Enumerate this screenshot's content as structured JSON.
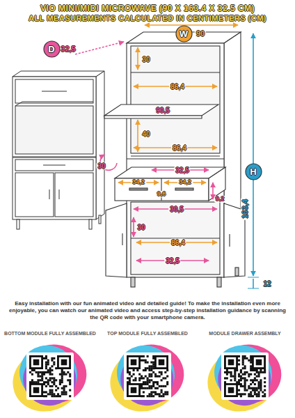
{
  "diagram": {
    "title": "VIO MINI/MIDI MICROWAVE (90 X 163.4 X 32.5 CM)",
    "nodes": [
      {
        "text": [
          "D"
        ]
      },
      {
        "text": [
          "W"
        ]
      },
      {
        "text": [
          "H"
        ]
      }
    ],
    "labels": [
      "ALL MEASUREMENTS CALCULATED IN CENTIMETERS (CM)",
      "32,5",
      "90",
      "30",
      "86,4",
      "90,5",
      "40",
      "86,4",
      "30",
      "32,5",
      "34,2",
      "34,2",
      "9,6",
      "9,2",
      "163,4",
      "30,5",
      "30",
      "86,4",
      "32,5",
      "12",
      "Easy installation with our fun animated video and detailed guide! To make the installation even more enjoyable, you can watch our animated video and access step-by-step installation guidance by scanning the QR code with your smartphone camera.",
      "BOTTOM MODULE FULLY ASSEMBLED",
      "TOP MODULE FULLY ASSEMBLED",
      "MODULE DRAWER ASSEMBLY"
    ]
  }
}
